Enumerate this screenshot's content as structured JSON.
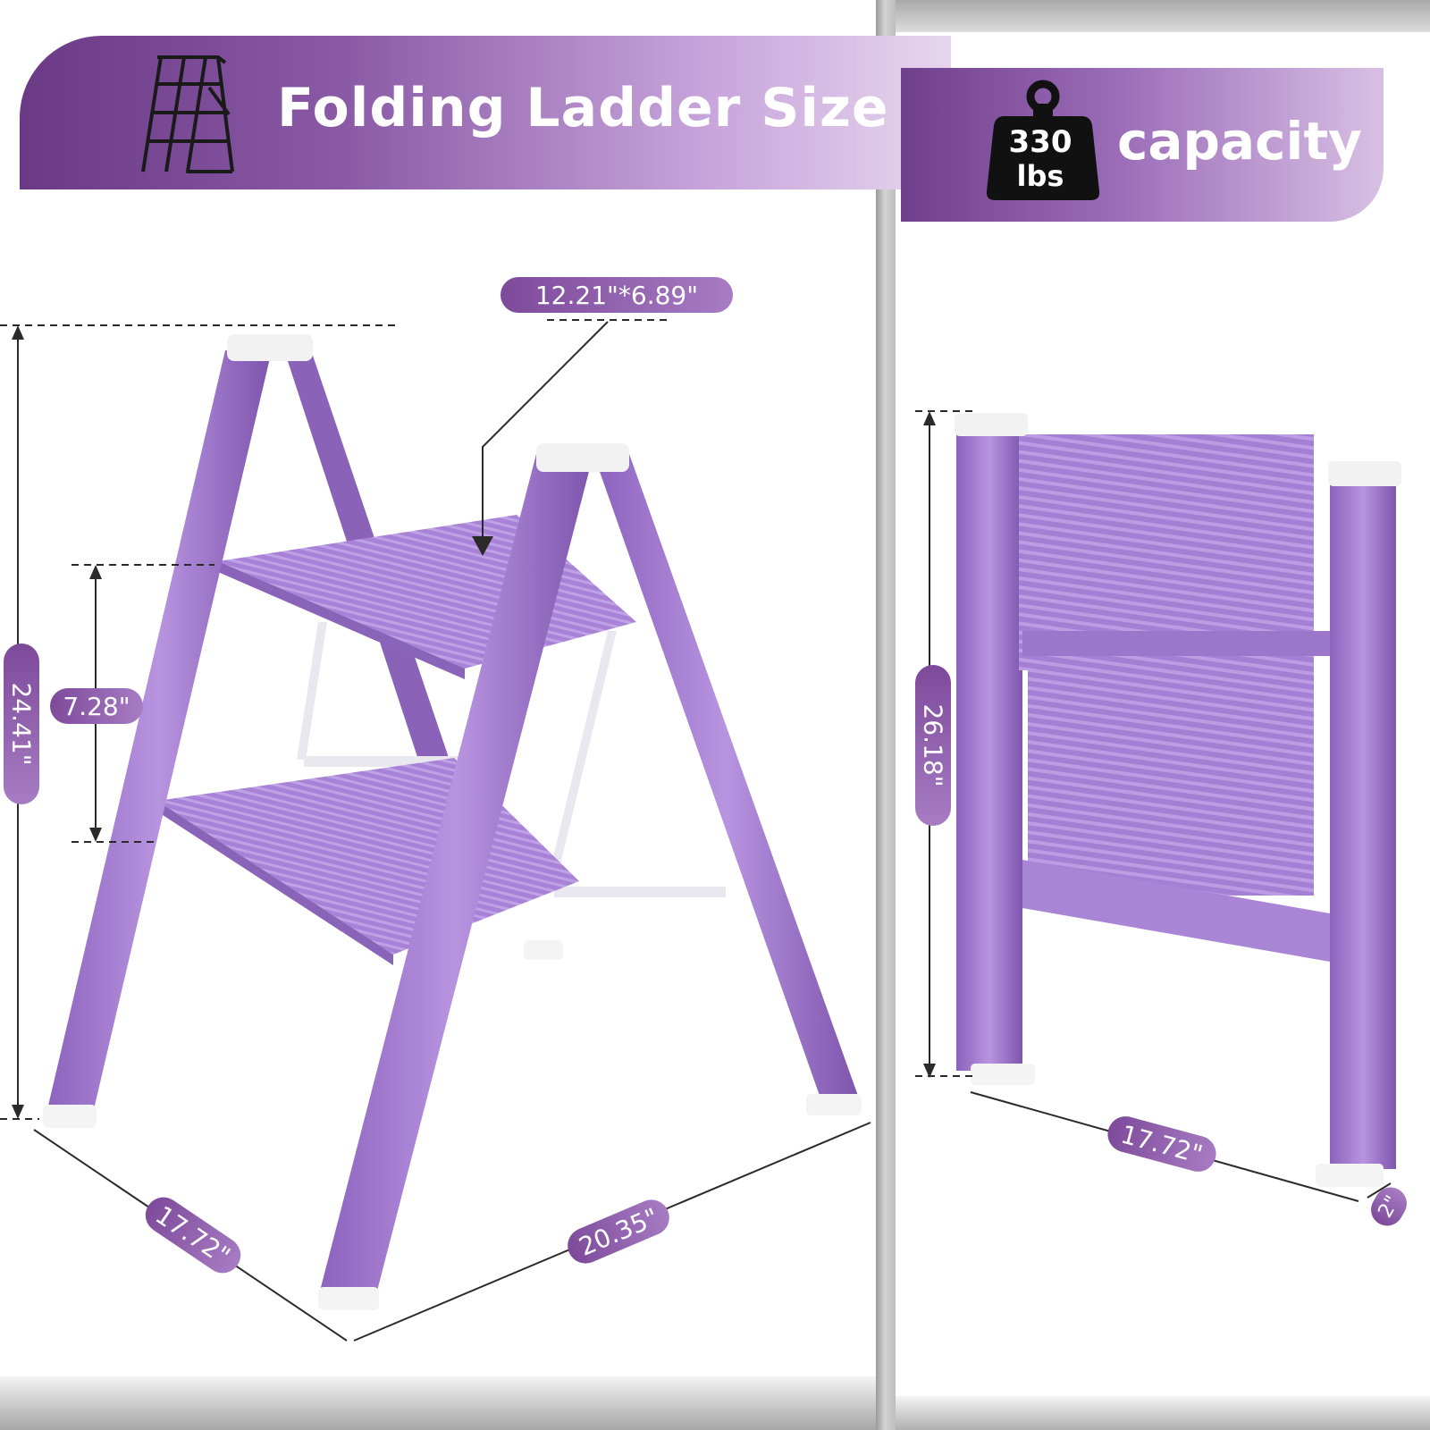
{
  "header": {
    "title": "Folding Ladder Size"
  },
  "capacity": {
    "weight_value": "330",
    "weight_unit": "lbs",
    "label": "capacity"
  },
  "dimensions": {
    "step_size": "12.21\"*6.89\"",
    "overall_height": "24.41\"",
    "step_spacing": "7.28\"",
    "base_depth": "17.72\"",
    "base_width": "20.35\"",
    "folded_height": "26.18\"",
    "folded_width": "17.72\"",
    "folded_thickness": "2\""
  },
  "colors": {
    "accent": "#8a5aa6",
    "ladder": "#a57cd2",
    "ladder_dark": "#7e55ad",
    "cap": "#f2f2f2"
  }
}
